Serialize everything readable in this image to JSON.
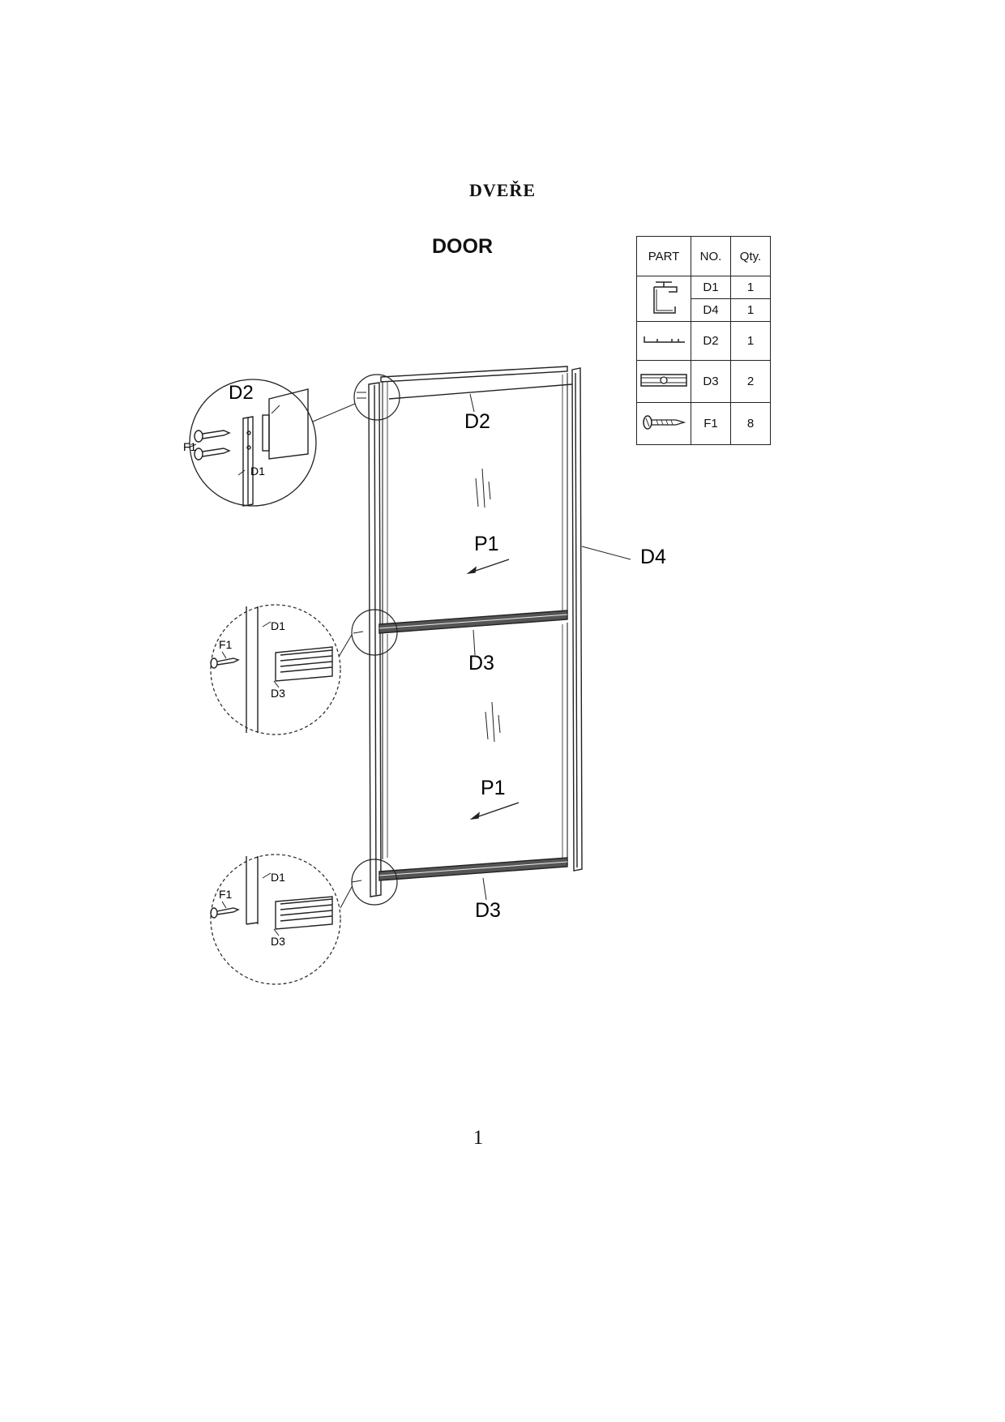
{
  "header": {
    "czech_title": "DVEŘE",
    "english_title": "DOOR"
  },
  "parts_table": {
    "columns": [
      "PART",
      "NO.",
      "Qty."
    ],
    "rows": [
      {
        "icon": "upright-profile-icon",
        "no": "D1",
        "qty": "1"
      },
      {
        "icon": "upright-profile-icon",
        "no": "D4",
        "qty": "1"
      },
      {
        "icon": "top-rail-profile-icon",
        "no": "D2",
        "qty": "1"
      },
      {
        "icon": "middle-rail-profile-icon",
        "no": "D3",
        "qty": "2"
      },
      {
        "icon": "screw-icon",
        "no": "F1",
        "qty": "8"
      }
    ]
  },
  "diagram": {
    "labels": {
      "d2": "D2",
      "d4": "D4",
      "d3_middle": "D3",
      "d3_bottom": "D3",
      "p1_upper": "P1",
      "p1_lower": "P1"
    },
    "detail_top": {
      "d2": "D2",
      "f1": "F1",
      "d1": "D1"
    },
    "detail_middle": {
      "f1": "F1",
      "d1": "D1",
      "d3": "D3"
    },
    "detail_bottom": {
      "f1": "F1",
      "d1": "D1",
      "d3": "D3"
    }
  },
  "footer": {
    "page_number": "1"
  }
}
